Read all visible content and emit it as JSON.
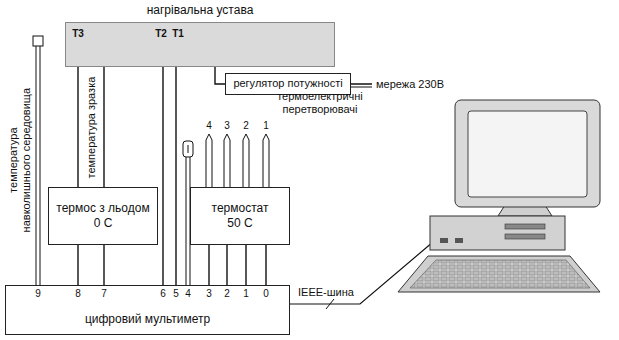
{
  "diagram": {
    "nodes": [
      {
        "text": [
          "нагрівальна устава"
        ]
      },
      {
        "text": [
          "регулятор потужності"
        ]
      },
      {
        "text": [
          "термос з льодом",
          "0 С"
        ]
      },
      {
        "text": [
          "термостат",
          "50 С"
        ]
      },
      {
        "text": [
          "цифровий мультиметр"
        ]
      }
    ],
    "edges": [
      {
        "from": 0,
        "to": 1,
        "arrow": "none"
      },
      {
        "from": 0,
        "to": 2,
        "arrow": "none"
      },
      {
        "from": 0,
        "to": 2,
        "arrow": "none"
      },
      {
        "from": 2,
        "to": 4,
        "arrow": "none"
      },
      {
        "from": 2,
        "to": 4,
        "arrow": "none"
      },
      {
        "from": 0,
        "to": 4,
        "arrow": "none"
      },
      {
        "from": 0,
        "to": 4,
        "arrow": "none"
      },
      {
        "from": 3,
        "to": 4,
        "arrow": "none"
      },
      {
        "from": 3,
        "to": 4,
        "arrow": "none"
      },
      {
        "from": 3,
        "to": 4,
        "arrow": "none"
      },
      {
        "from": 3,
        "to": 4,
        "arrow": "none"
      }
    ],
    "labels": [
      "температура навколишнього середовища",
      "T3",
      "T2",
      "T1",
      "мережа 230В",
      "температура зразка",
      "термоелектричні перетворювачі",
      "4",
      "3",
      "2",
      "1",
      "9",
      "8",
      "7",
      "6",
      "5",
      "4",
      "3",
      "2",
      "1",
      "0",
      "IEEE-шина"
    ]
  }
}
